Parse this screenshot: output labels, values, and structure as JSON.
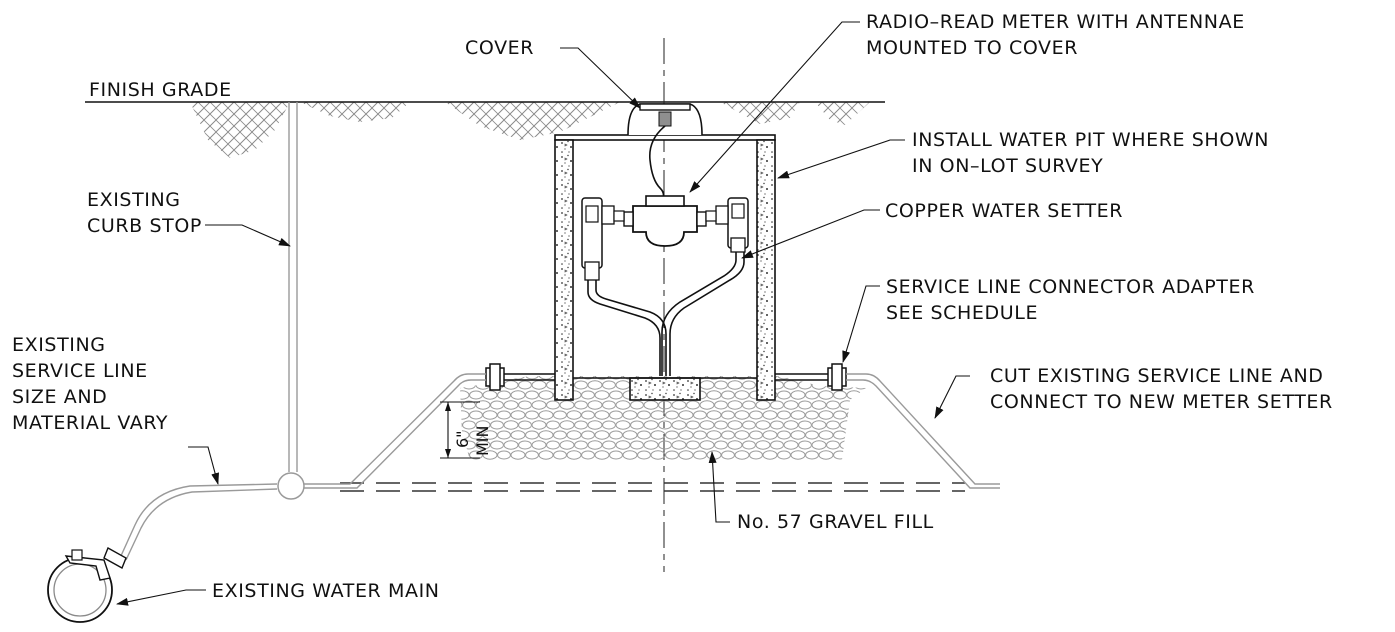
{
  "labels": {
    "finish_grade": "FINISH GRADE",
    "cover": "COVER",
    "meter_line1": "RADIO–READ METER WITH ANTENNAE",
    "meter_line2": "MOUNTED TO COVER",
    "pit_line1": "INSTALL WATER PIT WHERE SHOWN",
    "pit_line2": "IN ON–LOT SURVEY",
    "curb_line1": "EXISTING",
    "curb_line2": "CURB STOP",
    "setter": "COPPER WATER SETTER",
    "adapter_line1": "SERVICE LINE CONNECTOR ADAPTER",
    "adapter_line2": "SEE SCHEDULE",
    "service_line1": "EXISTING",
    "service_line2": "SERVICE LINE",
    "service_line3": "SIZE AND",
    "service_line4": "MATERIAL VARY",
    "cut_line1": "CUT EXISTING SERVICE LINE AND",
    "cut_line2": "CONNECT TO NEW METER SETTER",
    "dim_value": "6\"",
    "dim_unit": "MIN",
    "gravel": "No. 57 GRAVEL FILL",
    "main": "EXISTING WATER MAIN"
  },
  "colors": {
    "ink": "#111111",
    "pipe": "#9a9a9a",
    "hatch": "#8a8a8a",
    "meter_stem": "#8f8f8f"
  }
}
